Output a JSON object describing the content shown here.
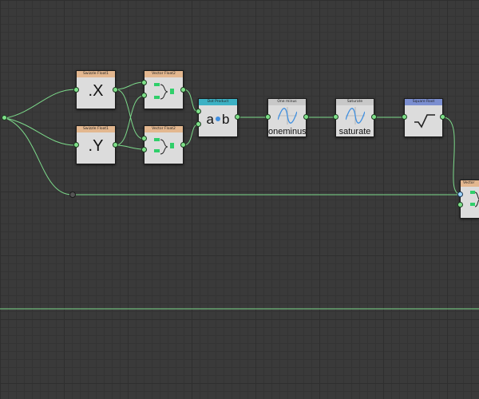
{
  "nodes": {
    "swizzle_x": {
      "title": "Swizzle Float1",
      "symbol": ".X",
      "header_color": "#e3b78f"
    },
    "swizzle_y": {
      "title": "Swizzle Float1",
      "symbol": ".Y",
      "header_color": "#e3b78f"
    },
    "vector_top": {
      "title": "Vector Float2",
      "header_color": "#e3b78f"
    },
    "vector_bottom": {
      "title": "Vector Float2",
      "header_color": "#e3b78f"
    },
    "dot_product": {
      "title": "Dot Product",
      "symbol_a": "a",
      "symbol_b": "b",
      "header_color": "#3cb1c4"
    },
    "one_minus": {
      "title": "One minus",
      "label": "oneminus",
      "header_color": "#c8c8c8"
    },
    "saturate": {
      "title": "Saturate",
      "label": "saturate",
      "header_color": "#c8c8c8"
    },
    "square_root": {
      "title": "Square Root",
      "symbol": "√",
      "header_color": "#7b8ed0"
    },
    "vector_right": {
      "title": "Vector",
      "header_color": "#e3b78f"
    }
  },
  "colors": {
    "wire": "#7cd98a",
    "port": "#7ee089",
    "background": "#3a3a3a",
    "wave": "#3f8fe0"
  }
}
